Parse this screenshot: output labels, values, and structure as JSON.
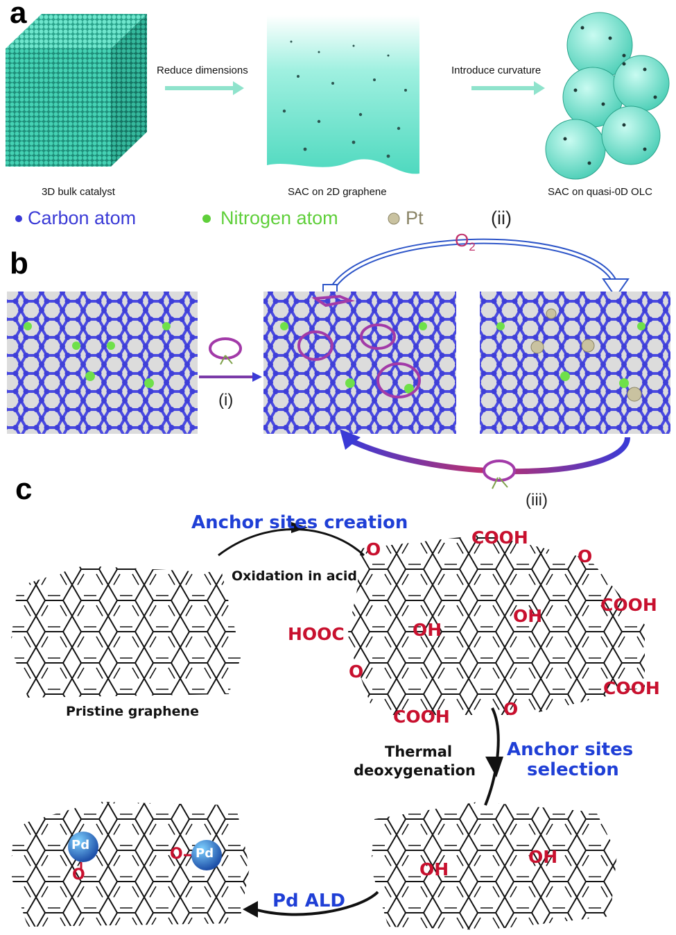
{
  "panel_a": {
    "letter": "a",
    "arrow1_label": "Reduce dimensions",
    "arrow2_label": "Introduce curvature",
    "caption1": "3D bulk catalyst",
    "caption2": "SAC on 2D graphene",
    "caption3": "SAC on quasi-0D OLC"
  },
  "legend": {
    "carbon": "Carbon atom",
    "nitrogen": "Nitrogen atom",
    "pt": "Pt",
    "colors": {
      "carbon": "#3a3ad6",
      "nitrogen": "#5fcf3a",
      "pt": "#c9c2a0"
    }
  },
  "panel_b": {
    "letter": "b",
    "step_i": "(i)",
    "step_ii": "(ii)",
    "step_iii": "(iii)",
    "o2": "O",
    "o2_sub": "2"
  },
  "panel_c": {
    "letter": "c",
    "anchor_creation": "Anchor sites creation",
    "oxidation": "Oxidation in acid",
    "pristine": "Pristine graphene",
    "thermal1": "Thermal",
    "thermal2": "deoxygenation",
    "selection1": "Anchor sites",
    "selection2": "selection",
    "pd_ald": "Pd ALD",
    "cooh": "COOH",
    "hooc": "HOOC",
    "oh": "OH",
    "o": "O",
    "pd": "Pd"
  }
}
